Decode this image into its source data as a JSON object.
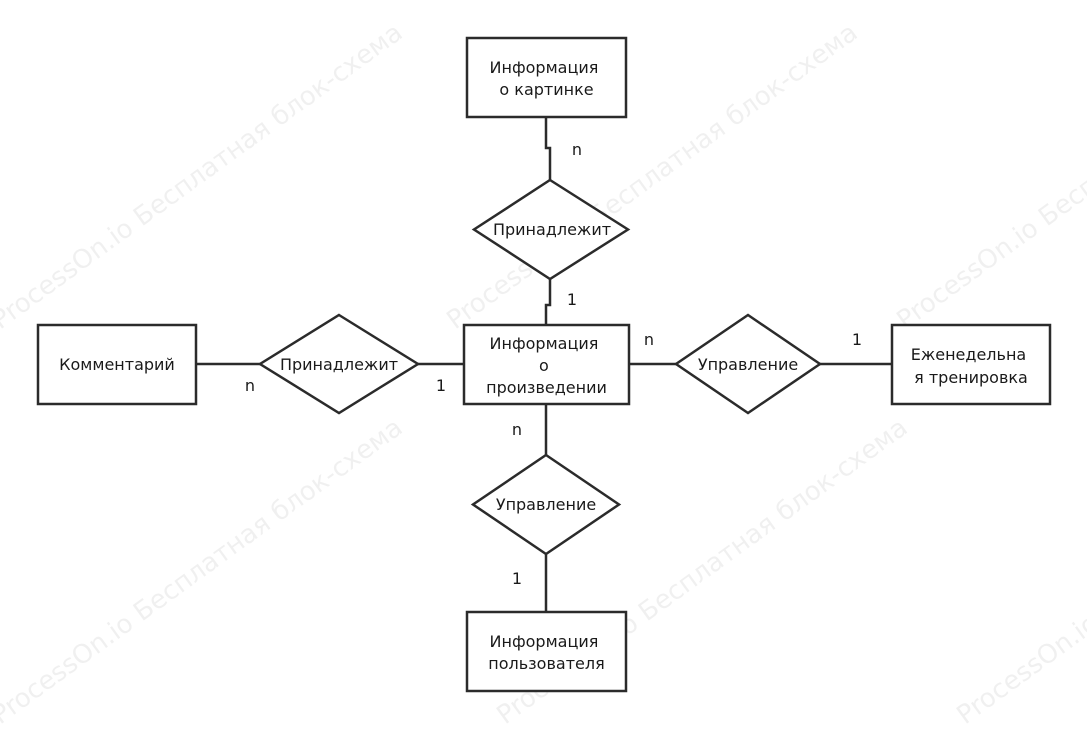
{
  "watermark": "ProcessOn.io Бесплатная блок-схема",
  "entities": {
    "picture": [
      "Информация",
      "о картинке"
    ],
    "work": [
      "Информация",
      "о",
      "произведении"
    ],
    "comment": [
      "Комментарий"
    ],
    "weekly": [
      "Еженедельна",
      "я тренировка"
    ],
    "user": [
      "Информация",
      "пользователя"
    ]
  },
  "relationships": {
    "top": "Принадлежит",
    "left": "Принадлежит",
    "right": "Управление",
    "bottom": "Управление"
  },
  "cardinalities": {
    "top_picture": "n",
    "top_work": "1",
    "left_comment": "n",
    "left_work": "1",
    "right_work": "n",
    "right_weekly": "1",
    "bottom_work": "n",
    "bottom_user": "1"
  },
  "colors": {
    "stroke": "#2b2b2b",
    "background": "#ffffff"
  }
}
